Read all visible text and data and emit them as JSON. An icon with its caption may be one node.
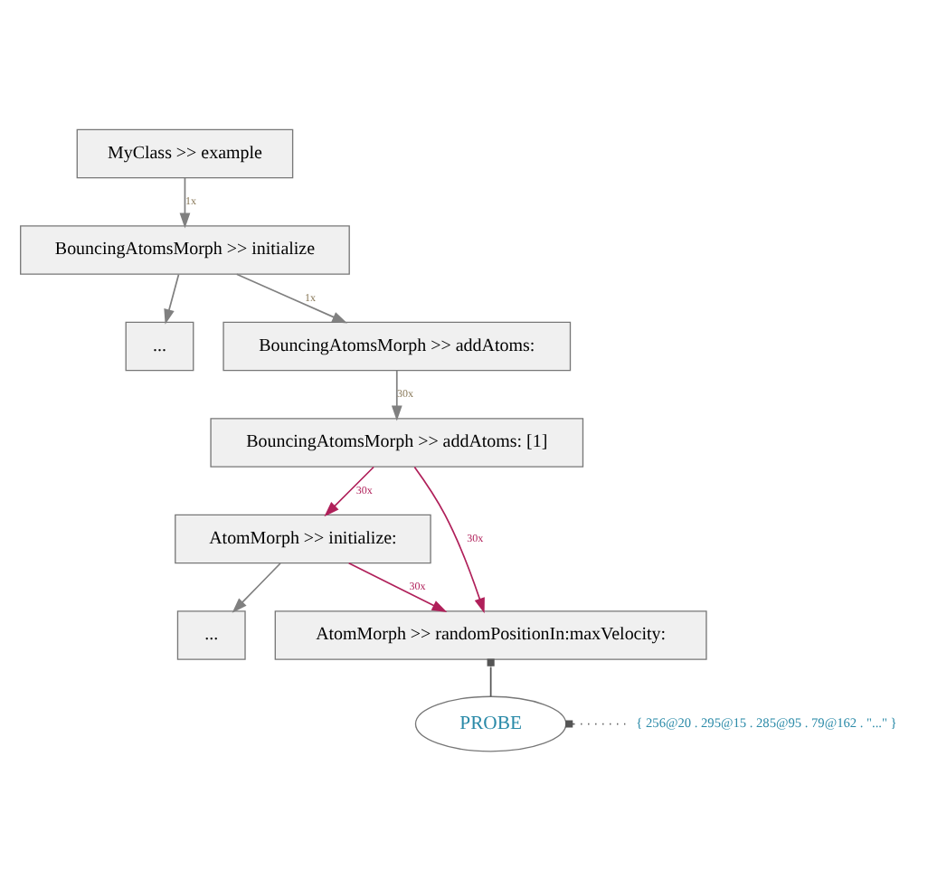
{
  "diagram": {
    "nodes": [
      {
        "text": [
          "MyClass >> example"
        ]
      },
      {
        "text": [
          "BouncingAtomsMorph >> initialize"
        ]
      },
      {
        "text": [
          "..."
        ]
      },
      {
        "text": [
          "BouncingAtomsMorph >> addAtoms:"
        ]
      },
      {
        "text": [
          "BouncingAtomsMorph >> addAtoms: [1]"
        ]
      },
      {
        "text": [
          "AtomMorph >> initialize:"
        ]
      },
      {
        "text": [
          "..."
        ]
      },
      {
        "text": [
          "AtomMorph >> randomPositionIn:maxVelocity:"
        ]
      },
      {
        "text": [
          "PROBE"
        ]
      },
      {
        "text": [
          "{ 256@20 . 295@15 . 285@95 . 79@162 . \"...\" }"
        ]
      }
    ],
    "edges": [
      {
        "from": 0,
        "to": 1,
        "arrow": "to",
        "label": "1x"
      },
      {
        "from": 1,
        "to": 2,
        "arrow": "to"
      },
      {
        "from": 1,
        "to": 3,
        "arrow": "to",
        "label": "1x"
      },
      {
        "from": 3,
        "to": 4,
        "arrow": "to",
        "label": "30x"
      },
      {
        "from": 4,
        "to": 5,
        "arrow": "to",
        "label": "30x",
        "color": "#b0205a"
      },
      {
        "from": 4,
        "to": 7,
        "arrow": "to",
        "label": "30x",
        "color": "#b0205a"
      },
      {
        "from": 5,
        "to": 6,
        "arrow": "to"
      },
      {
        "from": 5,
        "to": 7,
        "arrow": "to",
        "label": "30x",
        "color": "#b0205a"
      },
      {
        "from": 7,
        "to": 8,
        "arrow": "other"
      },
      {
        "from": 8,
        "to": 9,
        "arrow": "other",
        "style": "dashed"
      }
    ]
  }
}
